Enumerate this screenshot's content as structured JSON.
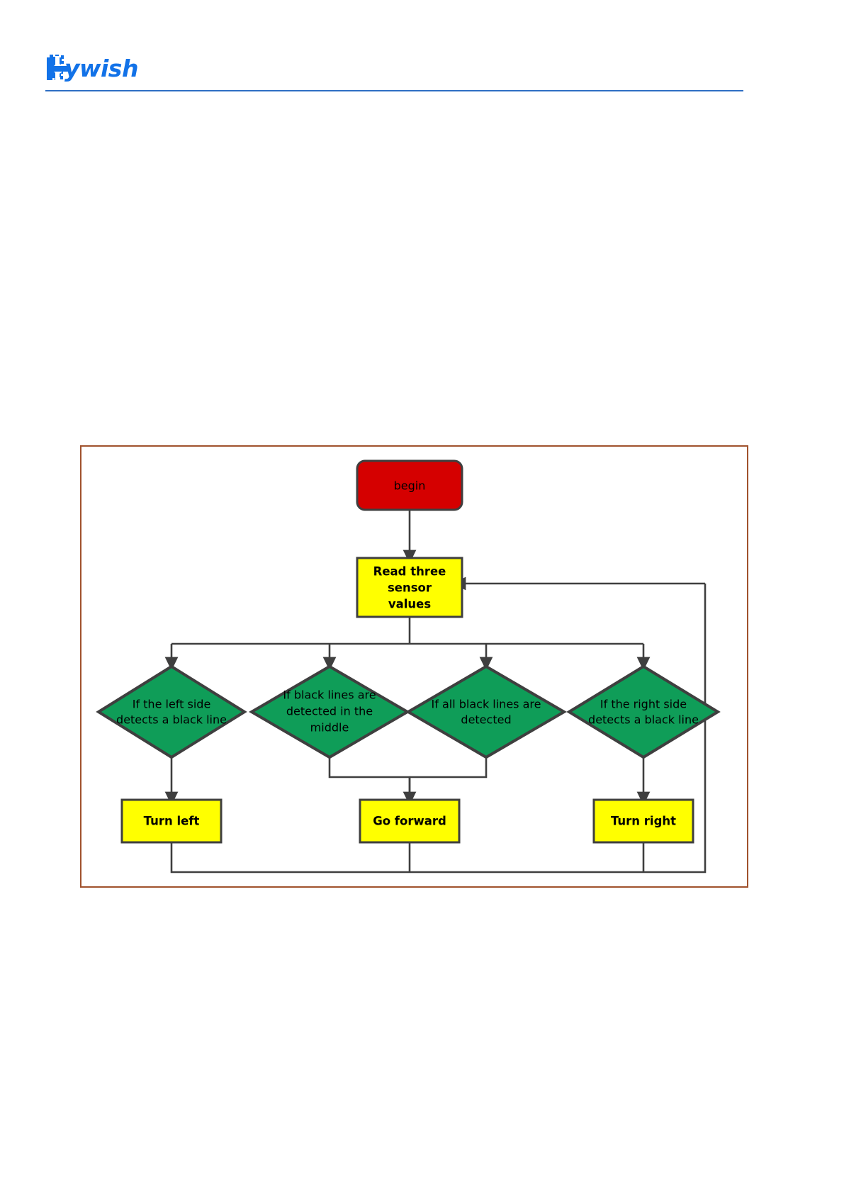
{
  "header": {
    "brand_mark_icon": "gear-k-icon",
    "brand_text": "ywish",
    "brand_full_name": "Keywish",
    "brand_color": "#1272e8",
    "rule_color": "#2f6fc4"
  },
  "flowchart": {
    "frame_border_color": "#a0522d",
    "colors": {
      "terminator": "#d50000",
      "process": "#ffff00",
      "decision": "#0f9d58",
      "outline": "#3f3f3f"
    },
    "nodes": {
      "begin": {
        "label": "begin",
        "type": "terminator"
      },
      "read_sensors": {
        "lines": [
          "Read three",
          "sensor",
          "values"
        ],
        "type": "process"
      },
      "decision_left": {
        "lines": [
          "If the left side",
          "detects a black line"
        ],
        "type": "decision"
      },
      "decision_middle": {
        "lines": [
          "If black lines are",
          "detected in the",
          "middle"
        ],
        "type": "decision"
      },
      "decision_all": {
        "lines": [
          "If all black lines are",
          "detected"
        ],
        "type": "decision"
      },
      "decision_right": {
        "lines": [
          "If the right side",
          "detects a black line"
        ],
        "type": "decision"
      },
      "turn_left": {
        "label": "Turn left",
        "type": "process"
      },
      "go_forward": {
        "label": "Go forward",
        "type": "process"
      },
      "turn_right": {
        "label": "Turn right",
        "type": "process"
      }
    }
  }
}
